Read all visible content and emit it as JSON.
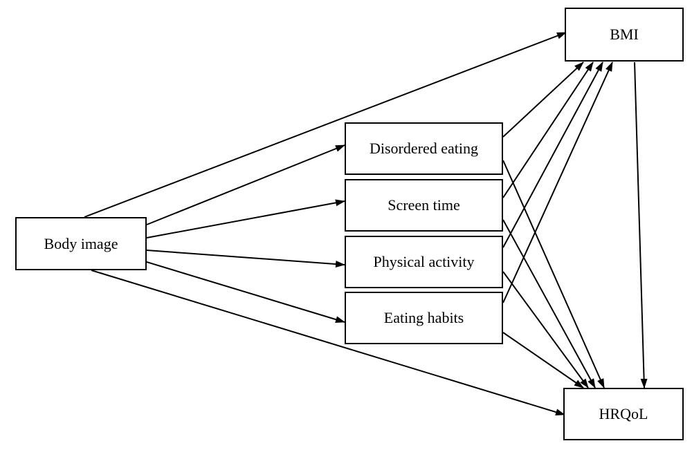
{
  "nodes": {
    "body_image": "Body image",
    "disordered_eating": "Disordered eating",
    "screen_time": "Screen time",
    "physical_activity": "Physical activity",
    "eating_habits": "Eating habits",
    "bmi": "BMI",
    "hrqol": "HRQoL"
  },
  "edges": [
    {
      "from": "body_image",
      "to": "bmi"
    },
    {
      "from": "body_image",
      "to": "disordered_eating"
    },
    {
      "from": "body_image",
      "to": "screen_time"
    },
    {
      "from": "body_image",
      "to": "physical_activity"
    },
    {
      "from": "body_image",
      "to": "eating_habits"
    },
    {
      "from": "body_image",
      "to": "hrqol"
    },
    {
      "from": "disordered_eating",
      "to": "bmi"
    },
    {
      "from": "screen_time",
      "to": "bmi"
    },
    {
      "from": "physical_activity",
      "to": "bmi"
    },
    {
      "from": "eating_habits",
      "to": "bmi"
    },
    {
      "from": "disordered_eating",
      "to": "hrqol"
    },
    {
      "from": "screen_time",
      "to": "hrqol"
    },
    {
      "from": "physical_activity",
      "to": "hrqol"
    },
    {
      "from": "eating_habits",
      "to": "hrqol"
    },
    {
      "from": "bmi",
      "to": "hrqol"
    }
  ],
  "colors": {
    "line": "#000000",
    "box_border": "#000000",
    "background": "#ffffff"
  }
}
